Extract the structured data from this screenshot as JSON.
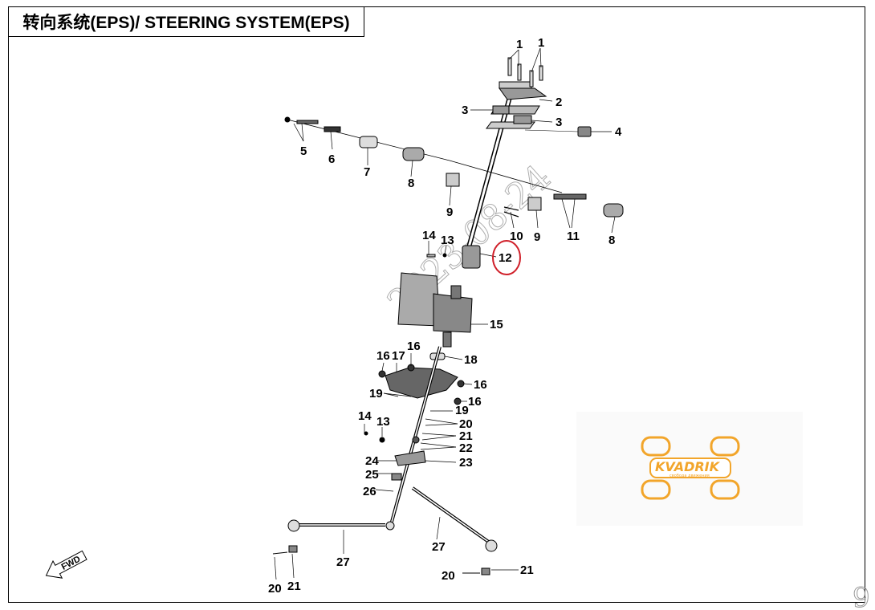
{
  "title": "转向系统(EPS)/ STEERING SYSTEM(EPS)",
  "watermark": "2023-08-24",
  "corner_mark": "9",
  "fwd_label": "FWD",
  "logo": {
    "name": "KVADRIK",
    "tagline": "свобода движения",
    "color": "#f2a52a"
  },
  "highlight_color": "#d0202a",
  "callouts": [
    {
      "id": "c1a",
      "label": "1"
    },
    {
      "id": "c1b",
      "label": "1"
    },
    {
      "id": "c2",
      "label": "2"
    },
    {
      "id": "c3a",
      "label": "3"
    },
    {
      "id": "c3b",
      "label": "3"
    },
    {
      "id": "c4",
      "label": "4"
    },
    {
      "id": "c5",
      "label": "5"
    },
    {
      "id": "c6",
      "label": "6"
    },
    {
      "id": "c7",
      "label": "7"
    },
    {
      "id": "c8a",
      "label": "8"
    },
    {
      "id": "c8b",
      "label": "8"
    },
    {
      "id": "c9a",
      "label": "9"
    },
    {
      "id": "c9b",
      "label": "9"
    },
    {
      "id": "c10",
      "label": "10"
    },
    {
      "id": "c11",
      "label": "11"
    },
    {
      "id": "c12",
      "label": "12"
    },
    {
      "id": "c13a",
      "label": "13"
    },
    {
      "id": "c13b",
      "label": "13"
    },
    {
      "id": "c14a",
      "label": "14"
    },
    {
      "id": "c14b",
      "label": "14"
    },
    {
      "id": "c15",
      "label": "15"
    },
    {
      "id": "c16a",
      "label": "16"
    },
    {
      "id": "c16b",
      "label": "16"
    },
    {
      "id": "c16c",
      "label": "16"
    },
    {
      "id": "c16d",
      "label": "16"
    },
    {
      "id": "c17",
      "label": "17"
    },
    {
      "id": "c18",
      "label": "18"
    },
    {
      "id": "c19a",
      "label": "19"
    },
    {
      "id": "c19b",
      "label": "19"
    },
    {
      "id": "c20a",
      "label": "20"
    },
    {
      "id": "c20b",
      "label": "20"
    },
    {
      "id": "c20c",
      "label": "20"
    },
    {
      "id": "c21a",
      "label": "21"
    },
    {
      "id": "c21b",
      "label": "21"
    },
    {
      "id": "c21c",
      "label": "21"
    },
    {
      "id": "c22",
      "label": "22"
    },
    {
      "id": "c23",
      "label": "23"
    },
    {
      "id": "c24",
      "label": "24"
    },
    {
      "id": "c25",
      "label": "25"
    },
    {
      "id": "c26",
      "label": "26"
    },
    {
      "id": "c27a",
      "label": "27"
    },
    {
      "id": "c27b",
      "label": "27"
    }
  ]
}
